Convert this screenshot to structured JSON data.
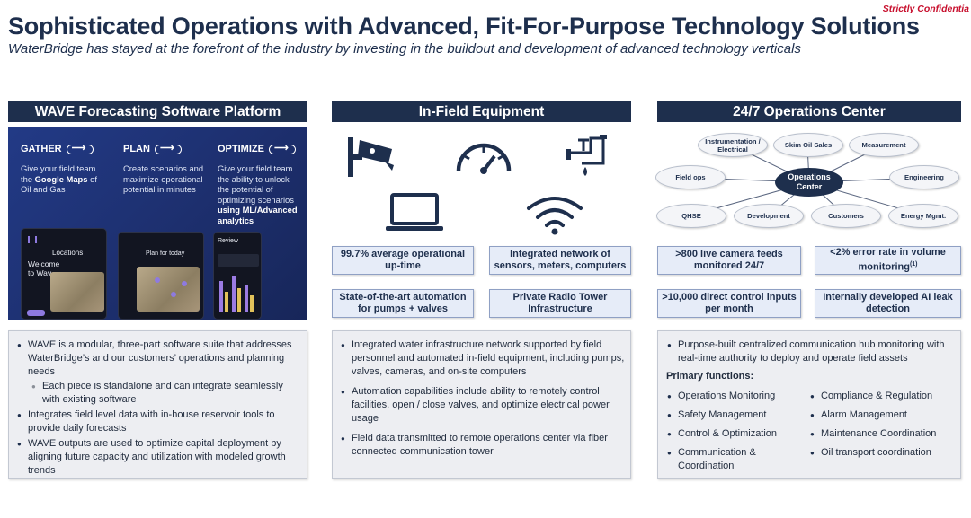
{
  "header": {
    "confidential": "Strictly Confidentia",
    "title": "Sophisticated Operations with Advanced, Fit-For-Purpose Technology Solutions",
    "subtitle": "WaterBridge has stayed at the forefront of the industry by investing in the buildout and development of advanced technology verticals"
  },
  "wave": {
    "heading": "WAVE Forecasting Software Platform",
    "columns": [
      {
        "title": "GATHER",
        "pre": "Give your field team the ",
        "bold": "Google Maps",
        "post": " of Oil and Gas"
      },
      {
        "title": "PLAN",
        "pre": "Create scenarios and maximize operational potential in minutes",
        "bold": "",
        "post": ""
      },
      {
        "title": "OPTIMIZE",
        "pre": "Give your field team the ability to unlock the potential of optimizing scenarios ",
        "bold": "using ML/Advanced analytics",
        "post": ""
      }
    ],
    "phone1": {
      "line1": "Locations",
      "line2": "Welcome",
      "line3": "to Wav"
    },
    "phone2": {
      "line1": "Plan for today"
    },
    "phone3": {
      "line1": "Review"
    },
    "bullets": [
      {
        "text": "WAVE is a modular, three-part software suite that addresses WaterBridge’s and our customers’ operations and planning needs",
        "sub": false
      },
      {
        "text": "Each piece is standalone and can integrate seamlessly with existing software",
        "sub": true
      },
      {
        "text": "Integrates field level data with in-house reservoir tools to provide daily forecasts",
        "sub": false
      },
      {
        "text": "WAVE outputs are used to optimize capital deployment by aligning future capacity and utilization with modeled growth trends",
        "sub": false
      }
    ]
  },
  "field": {
    "heading": "In-Field Equipment",
    "icons": [
      "camera-icon",
      "gauge-icon",
      "valve-icon",
      "laptop-icon",
      "wifi-icon"
    ],
    "stats": [
      "99.7% average operational up-time",
      "Integrated network of sensors, meters, computers",
      "State-of-the-art automation for pumps + valves",
      "Private Radio Tower Infrastructure"
    ],
    "bullets": [
      "Integrated water infrastructure network supported by field personnel and automated in-field equipment, including pumps, valves, cameras, and on-site computers",
      "Automation capabilities include ability to remotely control facilities, open / close valves, and optimize electrical power usage",
      "Field data transmitted to remote operations center via fiber connected communication tower"
    ]
  },
  "ops": {
    "heading": "24/7 Operations Center",
    "center": "Operations Center",
    "nodes": [
      "Instrumentation / Electrical",
      "Skim Oil Sales",
      "Measurement",
      "Field ops",
      "Engineering",
      "QHSE",
      "Development",
      "Customers",
      "Energy Mgmt."
    ],
    "stats": [
      {
        "text": ">800 live camera feeds monitored 24/7",
        "sup": ""
      },
      {
        "text": "<2% error rate in volume monitoring",
        "sup": "(1)"
      },
      {
        "text": ">10,000 direct control inputs per month",
        "sup": ""
      },
      {
        "text": "Internally developed AI leak detection",
        "sup": ""
      }
    ],
    "intro": "Purpose-built centralized communication hub monitoring with real-time authority to deploy and operate field assets",
    "primary_label": "Primary functions:",
    "functions_left": [
      "Operations Monitoring",
      "Safety Management",
      "Control & Optimization",
      "Communication & Coordination"
    ],
    "functions_right": [
      "Compliance & Regulation",
      "Alarm Management",
      "Maintenance Coordination",
      "Oil transport coordination"
    ]
  }
}
